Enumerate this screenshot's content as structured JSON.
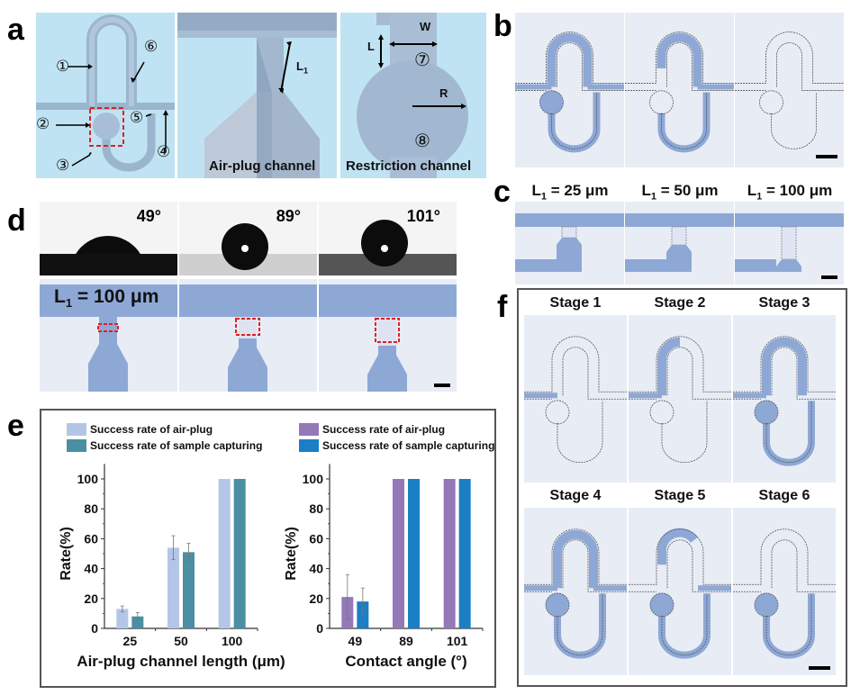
{
  "panels": {
    "a": {
      "label": "a",
      "circles": [
        "①",
        "②",
        "③",
        "④",
        "⑤",
        "⑥",
        "⑦",
        "⑧"
      ],
      "air_plug_caption": "Air-plug channel",
      "restriction_caption": "Restriction channel",
      "dim_L1": "L",
      "dim_L1_sub": "1",
      "dim_L": "L",
      "dim_W": "W",
      "dim_R": "R"
    },
    "b": {
      "label": "b"
    },
    "c": {
      "label": "c",
      "titles": [
        {
          "pre": "L",
          "sub": "1",
          "post": " = 25 μm"
        },
        {
          "pre": "L",
          "sub": "1",
          "post": " = 50 μm"
        },
        {
          "pre": "L",
          "sub": "1",
          "post": " = 100 μm"
        }
      ]
    },
    "d": {
      "label": "d",
      "angles": [
        "49°",
        "89°",
        "101°"
      ],
      "channel_label": {
        "pre": "L",
        "sub": "1",
        "post": " = 100 μm"
      }
    },
    "e": {
      "label": "e"
    },
    "f": {
      "label": "f",
      "stages": [
        "Stage 1",
        "Stage 2",
        "Stage 3",
        "Stage 4",
        "Stage 5",
        "Stage 6"
      ]
    }
  },
  "colors": {
    "a_bg": "#bfe3f2",
    "channel_blue": "#8ea8d6",
    "channel_bg": "#e8ecf5",
    "left_air": "#b4c6e7",
    "left_sample": "#4a8fa2",
    "right_air": "#9478b8",
    "right_sample": "#1a7fc4",
    "dashed_red": "#e02020"
  },
  "chart_data": [
    {
      "type": "bar",
      "title": "",
      "legend": [
        "Success rate of air-plug",
        "Success rate of sample capturing"
      ],
      "legend_position": "top",
      "categories": [
        "25",
        "50",
        "100"
      ],
      "series": [
        {
          "name": "Success rate of air-plug",
          "values": [
            13,
            54,
            100
          ],
          "errors": [
            2,
            8,
            0
          ]
        },
        {
          "name": "Success rate of sample capturing",
          "values": [
            8,
            51,
            100
          ],
          "errors": [
            2.5,
            6,
            0
          ]
        }
      ],
      "xlabel": "Air-plug channel length (μm)",
      "ylabel": "Rate(%)",
      "ylim": [
        0,
        110
      ],
      "yticks": [
        0,
        20,
        40,
        60,
        80,
        100
      ],
      "grid": false
    },
    {
      "type": "bar",
      "title": "",
      "legend": [
        "Success rate of air-plug",
        "Success rate of sample capturing"
      ],
      "legend_position": "top",
      "categories": [
        "49",
        "89",
        "101"
      ],
      "series": [
        {
          "name": "Success rate of air-plug",
          "values": [
            21,
            100,
            100
          ],
          "errors": [
            15,
            0,
            0
          ]
        },
        {
          "name": "Success rate of sample capturing",
          "values": [
            18,
            100,
            100
          ],
          "errors": [
            9,
            0,
            0
          ]
        }
      ],
      "xlabel": "Contact angle (°)",
      "ylabel": "Rate(%)",
      "ylim": [
        0,
        110
      ],
      "yticks": [
        0,
        20,
        40,
        60,
        80,
        100
      ],
      "grid": false
    }
  ]
}
